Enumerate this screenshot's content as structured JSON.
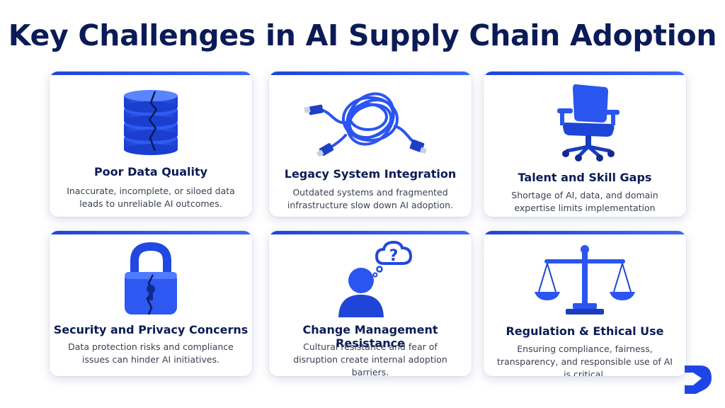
{
  "title": "Key Challenges in AI Supply Chain Adoption",
  "accent_color": "#2a4fe0",
  "title_color": "#0b1b57",
  "cards": [
    {
      "title": "Poor Data Quality",
      "description": "Inaccurate, incomplete, or siloed data leads to unreliable AI outcomes.",
      "icon": "cracked-database-icon"
    },
    {
      "title": "Legacy System Integration",
      "description": "Outdated systems and fragmented infrastructure slow down AI adoption.",
      "icon": "tangled-cables-icon"
    },
    {
      "title": "Talent and Skill Gaps",
      "description": "Shortage of AI, data, and domain expertise limits implementation success.",
      "icon": "empty-office-chair-icon"
    },
    {
      "title": "Security and Privacy Concerns",
      "description": "Data protection risks and compliance issues can hinder AI initiatives.",
      "icon": "cracked-padlock-icon"
    },
    {
      "title": "Change Management Resistance",
      "description": "Cultural resistance and fear of disruption create internal adoption barriers.",
      "icon": "person-question-icon"
    },
    {
      "title": "Regulation & Ethical Use",
      "description": "Ensuring compliance, fairness, transparency, and responsible use of AI is critical.",
      "icon": "balance-scale-icon"
    }
  ],
  "logo": "brand-logo-icon"
}
